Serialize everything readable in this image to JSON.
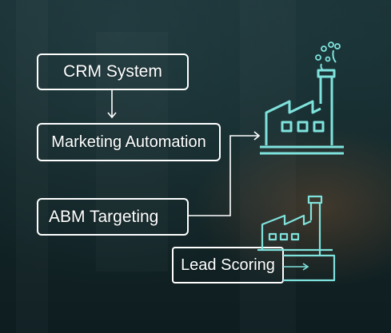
{
  "nodes": {
    "crm": "CRM System",
    "marketing": "Marketing Automation",
    "abm": "ABM Targeting",
    "lead": "Lead Scoring"
  },
  "colors": {
    "box_stroke": "#ffffff",
    "accent": "#7fe3dd",
    "background": "#142729"
  }
}
